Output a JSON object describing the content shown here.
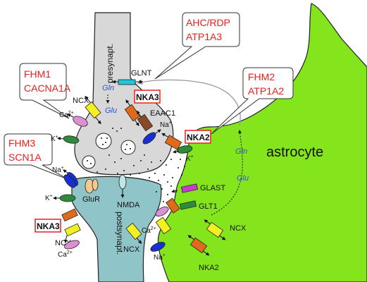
{
  "colors": {
    "astrocyte": "#84e51d",
    "presynapse": "#d8d8d8",
    "postsynapse": "#8fc4c8",
    "disease_text": "#e8201c",
    "gln_glu": "#2a52d6",
    "ncx": "#f2ef22",
    "nka": "#e06a1a",
    "k_channel": "#2e8b3a",
    "na_channel": "#1a2fd1",
    "ca_channel": "#dc8fd2",
    "eaac1": "#8a4a25",
    "glast": "#c83bd2"
  },
  "regions": {
    "presynaptic": "presynapt.",
    "postsynaptic": "postsynapt.",
    "astrocyte": "astrocyte"
  },
  "callouts": {
    "fhm1": {
      "line1": "FHM1",
      "line2": "CACNA1A"
    },
    "fhm3": {
      "line1": "FHM3",
      "line2": "SCN1A"
    },
    "ahc": {
      "line1": "AHC/RDP",
      "line2": "ATP1A3"
    },
    "fhm2": {
      "line1": "FHM2",
      "line2": "ATP1A2"
    }
  },
  "boxed": {
    "nka3_top": "NKA3",
    "nka2": "NKA2",
    "nka3_left": "NKA3"
  },
  "labels": {
    "glnt": "GLNT",
    "ncx_pre": "NCX",
    "eaac1": "EAAC1",
    "gluR": "GluR",
    "nmda": "NMDA",
    "ncx_post_left": "NCX",
    "ncx_post_right": "NCX",
    "glast": "GLAST",
    "glt1": "GLT1",
    "ncx_astro": "NCX",
    "nka2_bottom": "NKA2"
  },
  "metabolites": {
    "gln_pre": "Gln",
    "glu_pre": "Glu",
    "gln_astro": "Gln",
    "glu_astro": "Glu"
  },
  "ions": {
    "na": "Na",
    "k": "K",
    "ca": "Ca",
    "plus": "+",
    "ca_charge": "2+"
  }
}
